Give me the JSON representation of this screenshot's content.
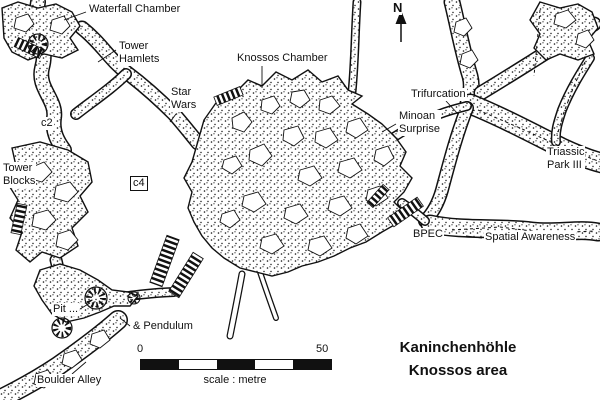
{
  "map": {
    "title_line1": "Kaninchenhöhle",
    "title_line2": "Knossos area",
    "north_label": "N",
    "scale": {
      "start": "0",
      "end": "50",
      "caption": "scale : metre"
    },
    "labels": {
      "waterfall_chamber": "Waterfall Chamber",
      "tower_hamlets": "Tower\nHamlets",
      "knossos_chamber": "Knossos Chamber",
      "star_wars": "Star\nWars",
      "c2": "c2",
      "c4": "c4",
      "tower_blocks": "Tower\nBlocks",
      "trifurcation": "Trifurcation",
      "minoan_surprise": "Minoan\nSurprise",
      "triassic_park_iii": "Triassic\nPark III",
      "bpec": "BPEC",
      "spatial_awareness": "Spatial Awareness",
      "pit": "Pit ...",
      "pendulum": "& Pendulum",
      "boulder_alley": "Boulder Alley"
    },
    "colors": {
      "ink": "#111111",
      "paper": "#ffffff"
    }
  }
}
